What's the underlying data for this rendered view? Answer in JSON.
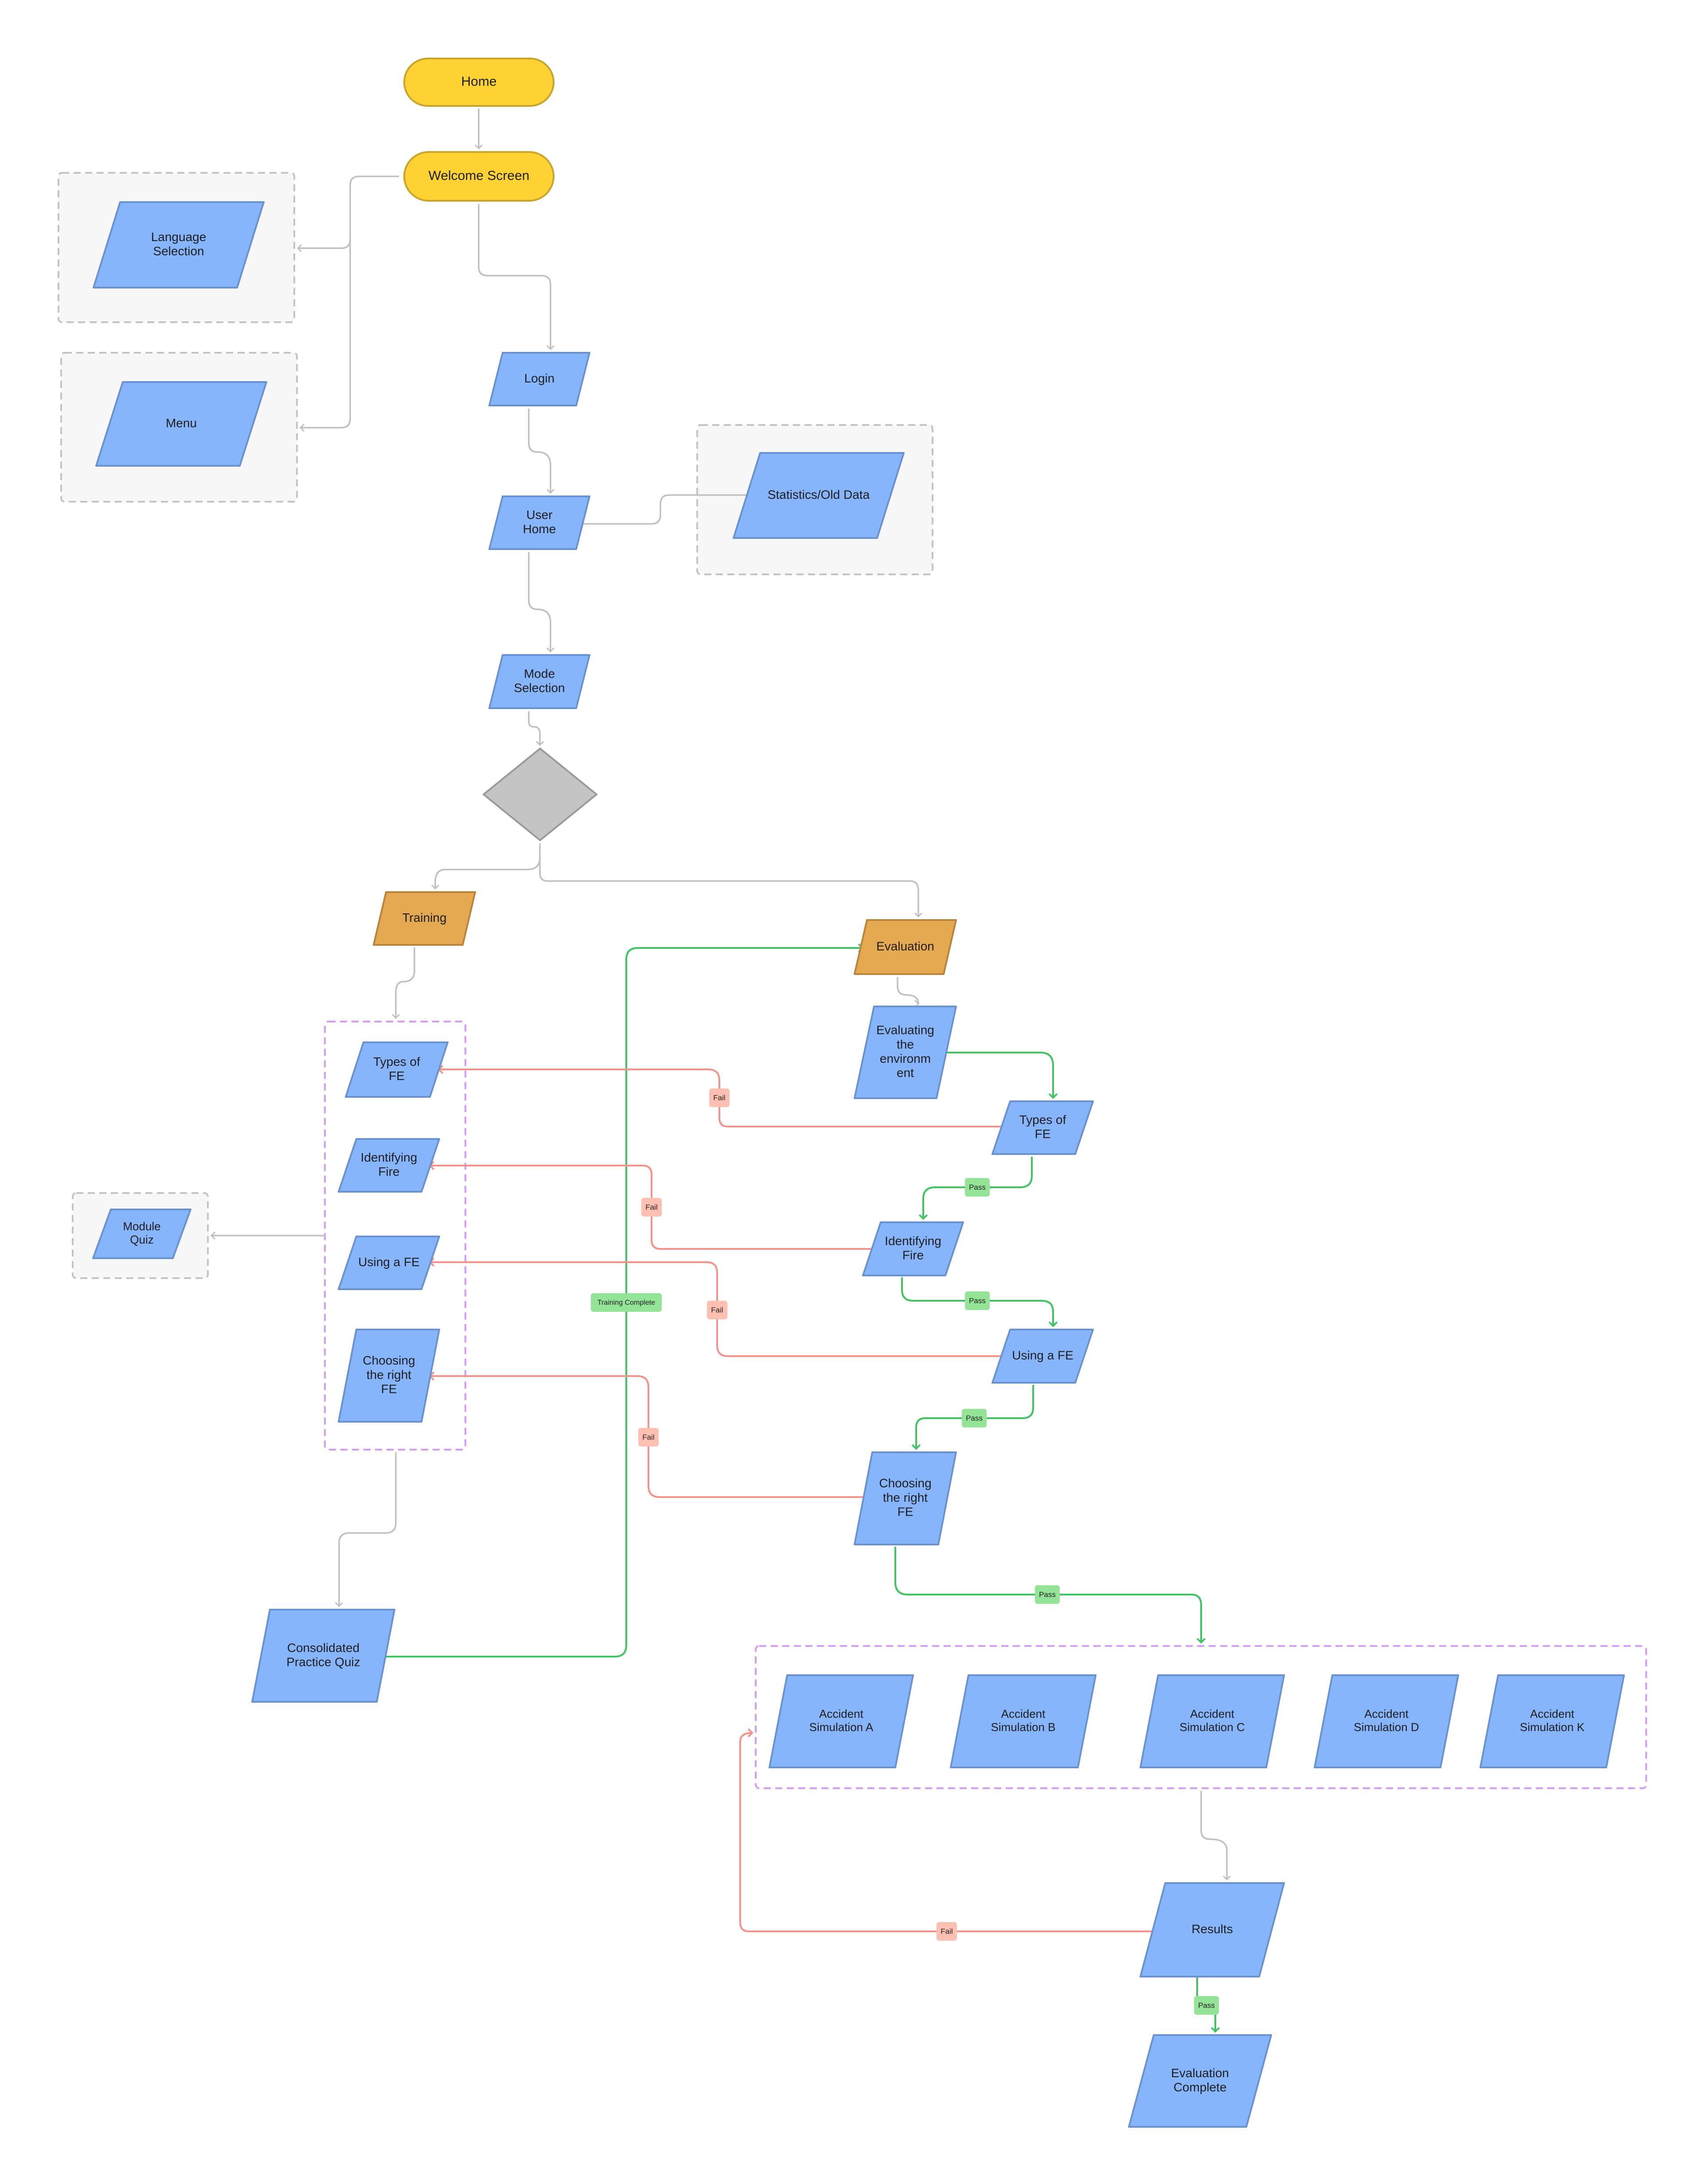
{
  "diagram": {
    "type": "flowchart",
    "colors": {
      "terminal_fill": "#FFD234",
      "terminal_stroke": "#C9A42A",
      "process_fill": "#87B5FC",
      "process_stroke": "#6A92CF",
      "mode_fill": "#E5A952",
      "mode_stroke": "#B9843B",
      "decision_fill": "#C4C4C4",
      "decision_stroke": "#9A9A9A",
      "group_gray_fill": "#F7F7F7",
      "group_gray_stroke": "#C4C4C4",
      "group_purple_stroke": "#D79CFA",
      "edge_default": "#C0C0C0",
      "edge_pass": "#3FC462",
      "edge_fail": "#F5928A",
      "label_pass_fill": "#93E497",
      "label_fail_fill": "#FFBFB1"
    },
    "nodes": [
      {
        "id": "home",
        "shape": "terminal",
        "lines": [
          "Home"
        ]
      },
      {
        "id": "welcome",
        "shape": "terminal",
        "lines": [
          "Welcome Screen"
        ]
      },
      {
        "id": "language",
        "shape": "parallelogram",
        "lines": [
          "Language",
          "Selection"
        ]
      },
      {
        "id": "menu",
        "shape": "parallelogram",
        "lines": [
          "Menu"
        ]
      },
      {
        "id": "login",
        "shape": "parallelogram",
        "lines": [
          "Login"
        ]
      },
      {
        "id": "user-home",
        "shape": "parallelogram",
        "lines": [
          "User",
          "Home"
        ]
      },
      {
        "id": "statistics",
        "shape": "parallelogram",
        "lines": [
          "Statistics/Old Data"
        ]
      },
      {
        "id": "mode-selection",
        "shape": "parallelogram",
        "lines": [
          "Mode",
          "Selection"
        ]
      },
      {
        "id": "mode-decision",
        "shape": "decision",
        "lines": []
      },
      {
        "id": "training",
        "shape": "mode",
        "lines": [
          "Training"
        ]
      },
      {
        "id": "evaluation",
        "shape": "mode",
        "lines": [
          "Evaluation"
        ]
      },
      {
        "id": "train-types",
        "shape": "parallelogram",
        "lines": [
          "Types of",
          "FE"
        ]
      },
      {
        "id": "train-identifying",
        "shape": "parallelogram",
        "lines": [
          "Identifying",
          "Fire"
        ]
      },
      {
        "id": "train-using",
        "shape": "parallelogram",
        "lines": [
          "Using a FE"
        ]
      },
      {
        "id": "train-choosing",
        "shape": "parallelogram",
        "lines": [
          "Choosing",
          "the right",
          "FE"
        ]
      },
      {
        "id": "module-quiz",
        "shape": "parallelogram",
        "lines": [
          "Module",
          "Quiz"
        ]
      },
      {
        "id": "consolidated-quiz",
        "shape": "parallelogram",
        "lines": [
          "Consolidated",
          "Practice Quiz"
        ]
      },
      {
        "id": "eval-environment",
        "shape": "parallelogram",
        "lines": [
          "Evaluating",
          "the",
          "environm",
          "ent"
        ]
      },
      {
        "id": "eval-types",
        "shape": "parallelogram",
        "lines": [
          "Types of",
          "FE"
        ]
      },
      {
        "id": "eval-identifying",
        "shape": "parallelogram",
        "lines": [
          "Identifying",
          "Fire"
        ]
      },
      {
        "id": "eval-using",
        "shape": "parallelogram",
        "lines": [
          "Using a FE"
        ]
      },
      {
        "id": "eval-choosing",
        "shape": "parallelogram",
        "lines": [
          "Choosing",
          "the right",
          "FE"
        ]
      },
      {
        "id": "sim-a",
        "shape": "parallelogram",
        "lines": [
          "Accident",
          "Simulation A"
        ]
      },
      {
        "id": "sim-b",
        "shape": "parallelogram",
        "lines": [
          "Accident",
          "Simulation B"
        ]
      },
      {
        "id": "sim-c",
        "shape": "parallelogram",
        "lines": [
          "Accident",
          "Simulation C"
        ]
      },
      {
        "id": "sim-d",
        "shape": "parallelogram",
        "lines": [
          "Accident",
          "Simulation D"
        ]
      },
      {
        "id": "sim-k",
        "shape": "parallelogram",
        "lines": [
          "Accident",
          "Simulation K"
        ]
      },
      {
        "id": "results",
        "shape": "parallelogram",
        "lines": [
          "Results"
        ]
      },
      {
        "id": "eval-complete",
        "shape": "parallelogram",
        "lines": [
          "Evaluation",
          "Complete"
        ]
      }
    ],
    "groups": [
      {
        "id": "language-group",
        "style": "gray",
        "contains": [
          "language"
        ]
      },
      {
        "id": "menu-group",
        "style": "gray",
        "contains": [
          "menu"
        ]
      },
      {
        "id": "statistics-group",
        "style": "gray",
        "contains": [
          "statistics"
        ]
      },
      {
        "id": "module-quiz-group",
        "style": "gray",
        "contains": [
          "module-quiz"
        ]
      },
      {
        "id": "training-modules-group",
        "style": "purple",
        "contains": [
          "train-types",
          "train-identifying",
          "train-using",
          "train-choosing"
        ]
      },
      {
        "id": "simulations-group",
        "style": "purple",
        "contains": [
          "sim-a",
          "sim-b",
          "sim-c",
          "sim-d",
          "sim-k"
        ]
      }
    ],
    "edges": [
      {
        "id": "home-welcome",
        "from": "home",
        "to": "welcome",
        "kind": "default",
        "label": ""
      },
      {
        "id": "welcome-language",
        "from": "welcome",
        "to": "language-group",
        "kind": "default",
        "label": ""
      },
      {
        "id": "welcome-menu",
        "from": "welcome",
        "to": "menu-group",
        "kind": "default",
        "label": ""
      },
      {
        "id": "welcome-login",
        "from": "welcome",
        "to": "login",
        "kind": "default",
        "label": ""
      },
      {
        "id": "login-userhome",
        "from": "login",
        "to": "user-home",
        "kind": "default",
        "label": ""
      },
      {
        "id": "userhome-stats",
        "from": "user-home",
        "to": "statistics",
        "kind": "default",
        "label": ""
      },
      {
        "id": "userhome-mode",
        "from": "user-home",
        "to": "mode-selection",
        "kind": "default",
        "label": ""
      },
      {
        "id": "mode-decision",
        "from": "mode-selection",
        "to": "mode-decision",
        "kind": "default",
        "label": ""
      },
      {
        "id": "decision-training",
        "from": "mode-decision",
        "to": "training",
        "kind": "default",
        "label": ""
      },
      {
        "id": "decision-evaluation",
        "from": "mode-decision",
        "to": "evaluation",
        "kind": "default",
        "label": ""
      },
      {
        "id": "training-modules",
        "from": "training",
        "to": "training-modules-group",
        "kind": "default",
        "label": ""
      },
      {
        "id": "modules-quiz",
        "from": "training-modules-group",
        "to": "module-quiz-group",
        "kind": "default",
        "label": ""
      },
      {
        "id": "modules-consolidated",
        "from": "training-modules-group",
        "to": "consolidated-quiz",
        "kind": "default",
        "label": ""
      },
      {
        "id": "consolidated-evaluation",
        "from": "consolidated-quiz",
        "to": "evaluation",
        "kind": "pass",
        "label": "Training Complete"
      },
      {
        "id": "evaluation-environment",
        "from": "evaluation",
        "to": "eval-environment",
        "kind": "default",
        "label": ""
      },
      {
        "id": "environment-types",
        "from": "eval-environment",
        "to": "eval-types",
        "kind": "pass",
        "label": ""
      },
      {
        "id": "types-identifying",
        "from": "eval-types",
        "to": "eval-identifying",
        "kind": "pass",
        "label": "Pass"
      },
      {
        "id": "identifying-using",
        "from": "eval-identifying",
        "to": "eval-using",
        "kind": "pass",
        "label": "Pass"
      },
      {
        "id": "using-choosing",
        "from": "eval-using",
        "to": "eval-choosing",
        "kind": "pass",
        "label": "Pass"
      },
      {
        "id": "choosing-sims",
        "from": "eval-choosing",
        "to": "simulations-group",
        "kind": "pass",
        "label": "Pass"
      },
      {
        "id": "types-fail",
        "from": "eval-types",
        "to": "train-types",
        "kind": "fail",
        "label": "Fail"
      },
      {
        "id": "identifying-fail",
        "from": "eval-identifying",
        "to": "train-identifying",
        "kind": "fail",
        "label": "Fail"
      },
      {
        "id": "using-fail",
        "from": "eval-using",
        "to": "train-using",
        "kind": "fail",
        "label": "Fail"
      },
      {
        "id": "choosing-fail",
        "from": "eval-choosing",
        "to": "train-choosing",
        "kind": "fail",
        "label": "Fail"
      },
      {
        "id": "sims-results",
        "from": "simulations-group",
        "to": "results",
        "kind": "default",
        "label": ""
      },
      {
        "id": "results-fail",
        "from": "results",
        "to": "simulations-group",
        "kind": "fail",
        "label": "Fail"
      },
      {
        "id": "results-complete",
        "from": "results",
        "to": "eval-complete",
        "kind": "pass",
        "label": "Pass"
      }
    ]
  }
}
